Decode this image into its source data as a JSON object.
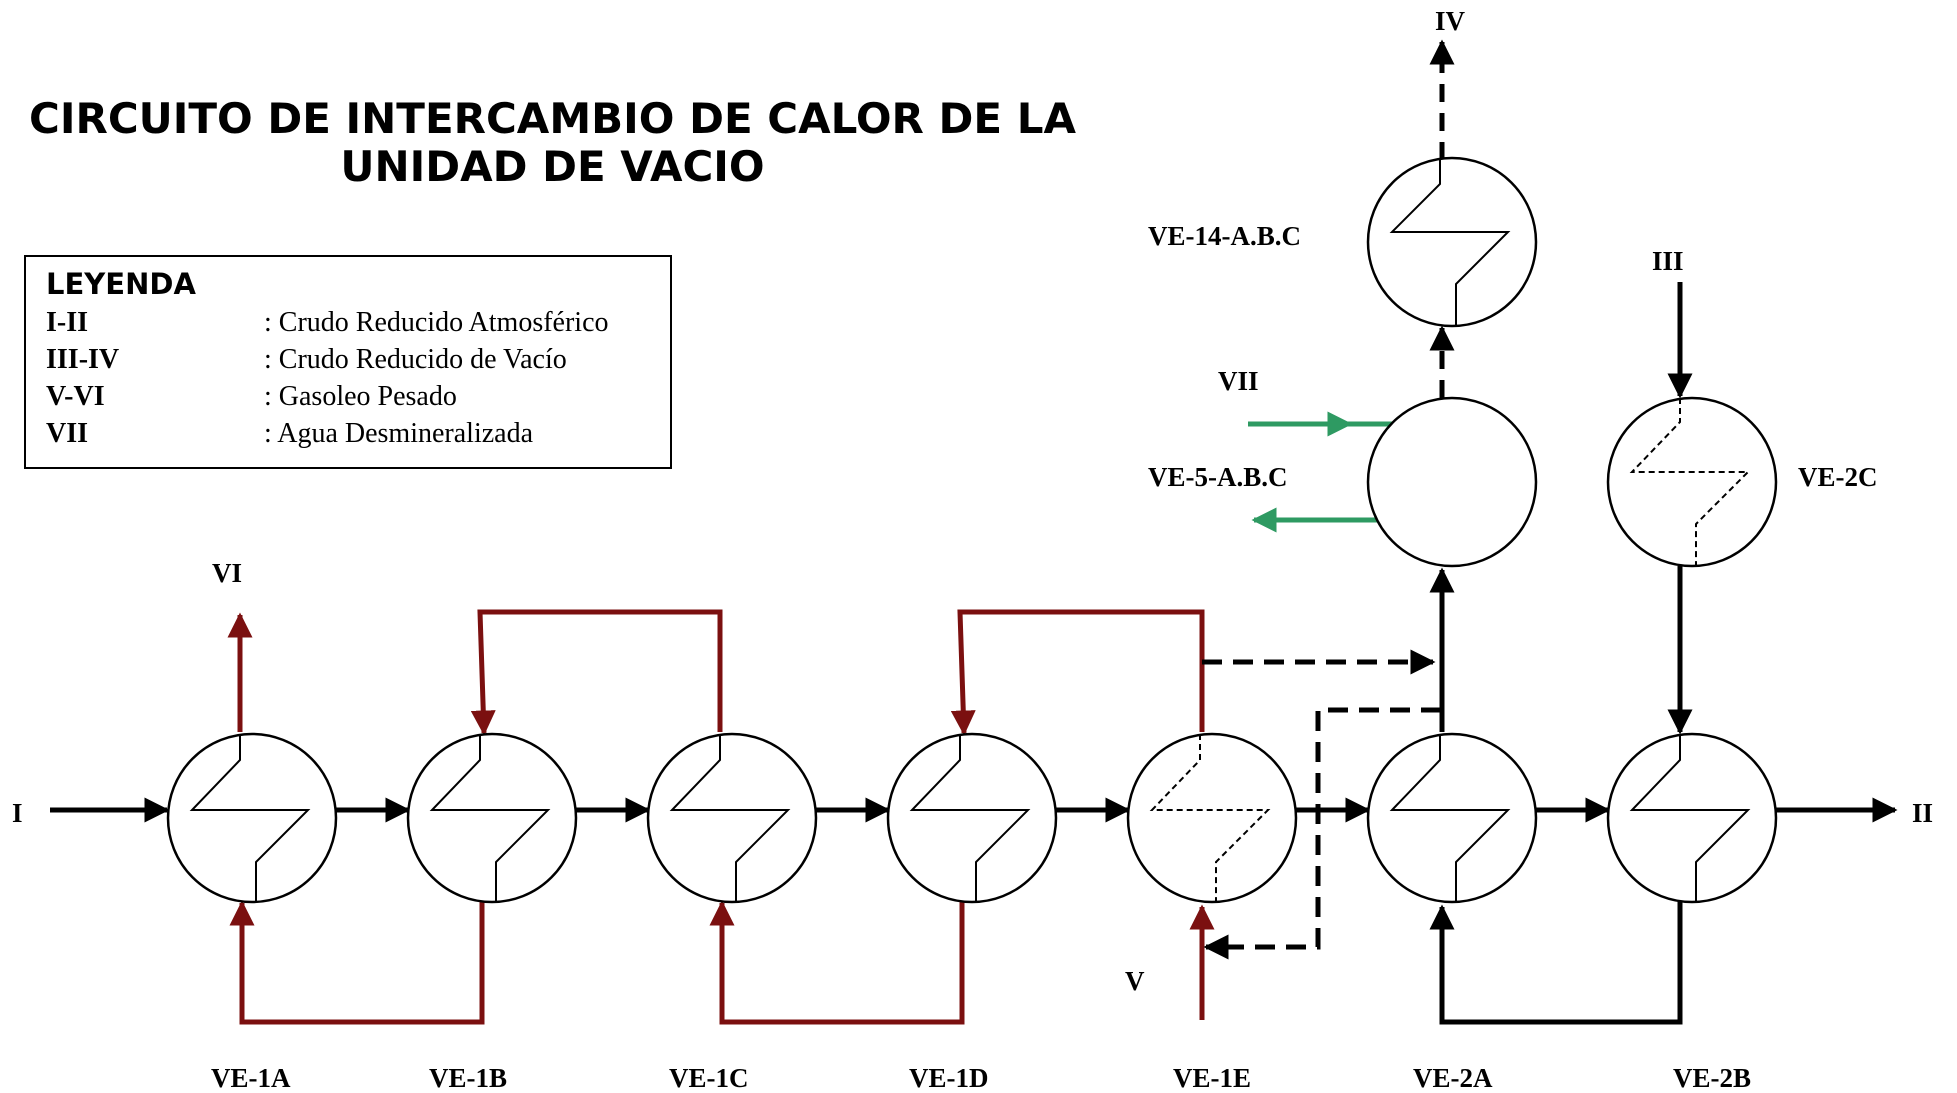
{
  "title": {
    "line1": "CIRCUITO DE INTERCAMBIO DE CALOR DE LA",
    "line2": "UNIDAD DE VACIO"
  },
  "legend": {
    "heading": "LEYENDA",
    "items": [
      {
        "code": "I-II",
        "desc": ": Crudo Reducido Atmosférico"
      },
      {
        "code": "III-IV",
        "desc": ": Crudo Reducido de Vacío"
      },
      {
        "code": "V-VI",
        "desc": ": Gasoleo Pesado"
      },
      {
        "code": "VII",
        "desc": ": Agua Desmineralizada"
      }
    ]
  },
  "exchangers": {
    "ve1a": "VE-1A",
    "ve1b": "VE-1B",
    "ve1c": "VE-1C",
    "ve1d": "VE-1D",
    "ve1e": "VE-1E",
    "ve2a": "VE-2A",
    "ve2b": "VE-2B",
    "ve2c": "VE-2C",
    "ve5": "VE-5-A.B.C",
    "ve14": "VE-14-A.B.C"
  },
  "streams": {
    "i": "I",
    "ii": "II",
    "iii": "III",
    "iv": "IV",
    "v": "V",
    "vi": "VI",
    "vii": "VII"
  },
  "colors": {
    "gasoil": "#7b1010",
    "water": "#2e9a62",
    "crude": "#000000"
  }
}
